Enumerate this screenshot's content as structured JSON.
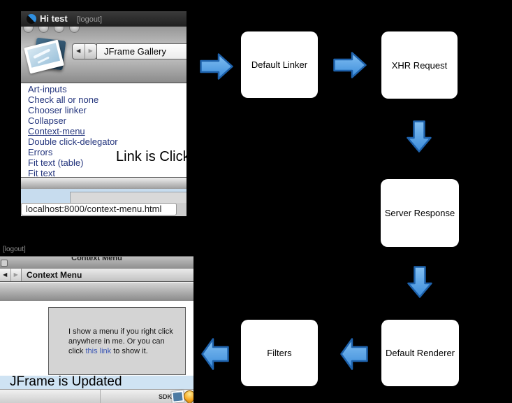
{
  "gallery_window": {
    "title": "Hi test",
    "logout_label": "[logout]",
    "back_icon": "◀",
    "forward_icon": "▶",
    "nav_title": "JFrame Gallery",
    "links": [
      "Art-inputs",
      "Check all or none",
      "Chooser linker",
      "Collapser",
      "Context-menu",
      "Double click-delegator",
      "Errors",
      "Fit text (table)",
      "Fit text"
    ],
    "active_link": "Context-menu",
    "url_tooltip": "localhost:8000/context-menu.html"
  },
  "captions": {
    "link_clicked": "Link is Click",
    "jframe_updated": "JFrame is Updated"
  },
  "flow": {
    "default_linker": "Default Linker",
    "xhr_request": "XHR Request",
    "server_response": "Server Response",
    "default_renderer": "Default Renderer",
    "filters": "Filters"
  },
  "context_window": {
    "logout_label": "[logout]",
    "window_title": "Context Menu",
    "nav_title": "Context Menu",
    "back_icon": "◀",
    "forward_icon": "▶",
    "content_text_before": "I show a menu if you right click anywhere in me. Or you can click",
    "content_link_label": "this link",
    "content_text_after": "to show it.",
    "sdk_label": "SDK"
  },
  "colors": {
    "arrow_fill_top": "#83c0f2",
    "arrow_fill_bottom": "#3c8cda",
    "arrow_border": "#1e62ac",
    "link_color": "#24357d",
    "highlight_bar": "#cfe3f3"
  }
}
